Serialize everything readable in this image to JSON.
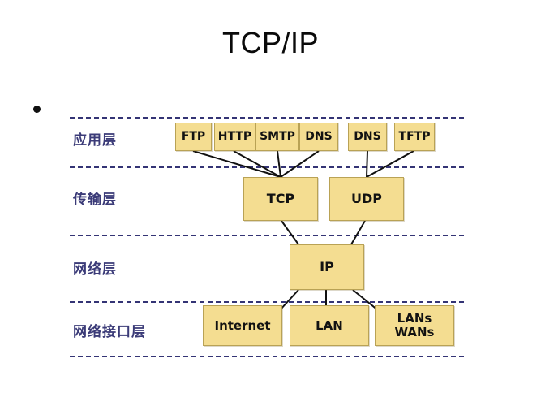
{
  "slide": {
    "title": "TCP/IP",
    "bullet_marker": "•"
  },
  "colors": {
    "node_fill": "#F4DD91",
    "node_border": "#B9A255",
    "separator": "#343475",
    "layer_label": "#3B3B78",
    "title_text": "#0A0A0A",
    "wire": "#111111"
  },
  "layers": [
    {
      "id": "application",
      "label": "应用层"
    },
    {
      "id": "transport",
      "label": "传输层"
    },
    {
      "id": "network",
      "label": "网络层"
    },
    {
      "id": "network-interface",
      "label": "网络接口层"
    }
  ],
  "nodes": {
    "application": [
      {
        "id": "ftp",
        "label": "FTP"
      },
      {
        "id": "http",
        "label": "HTTP"
      },
      {
        "id": "smtp",
        "label": "SMTP"
      },
      {
        "id": "dns1",
        "label": "DNS"
      },
      {
        "id": "dns2",
        "label": "DNS"
      },
      {
        "id": "tftp",
        "label": "TFTP"
      }
    ],
    "transport": [
      {
        "id": "tcp",
        "label": "TCP"
      },
      {
        "id": "udp",
        "label": "UDP"
      }
    ],
    "network": [
      {
        "id": "ip",
        "label": "IP"
      }
    ],
    "network_interface": [
      {
        "id": "internet",
        "label": "Internet"
      },
      {
        "id": "lan",
        "label": "LAN"
      },
      {
        "id": "lans_line1",
        "label": "LANs"
      },
      {
        "id": "lans_line2",
        "label": "WANs"
      }
    ]
  }
}
